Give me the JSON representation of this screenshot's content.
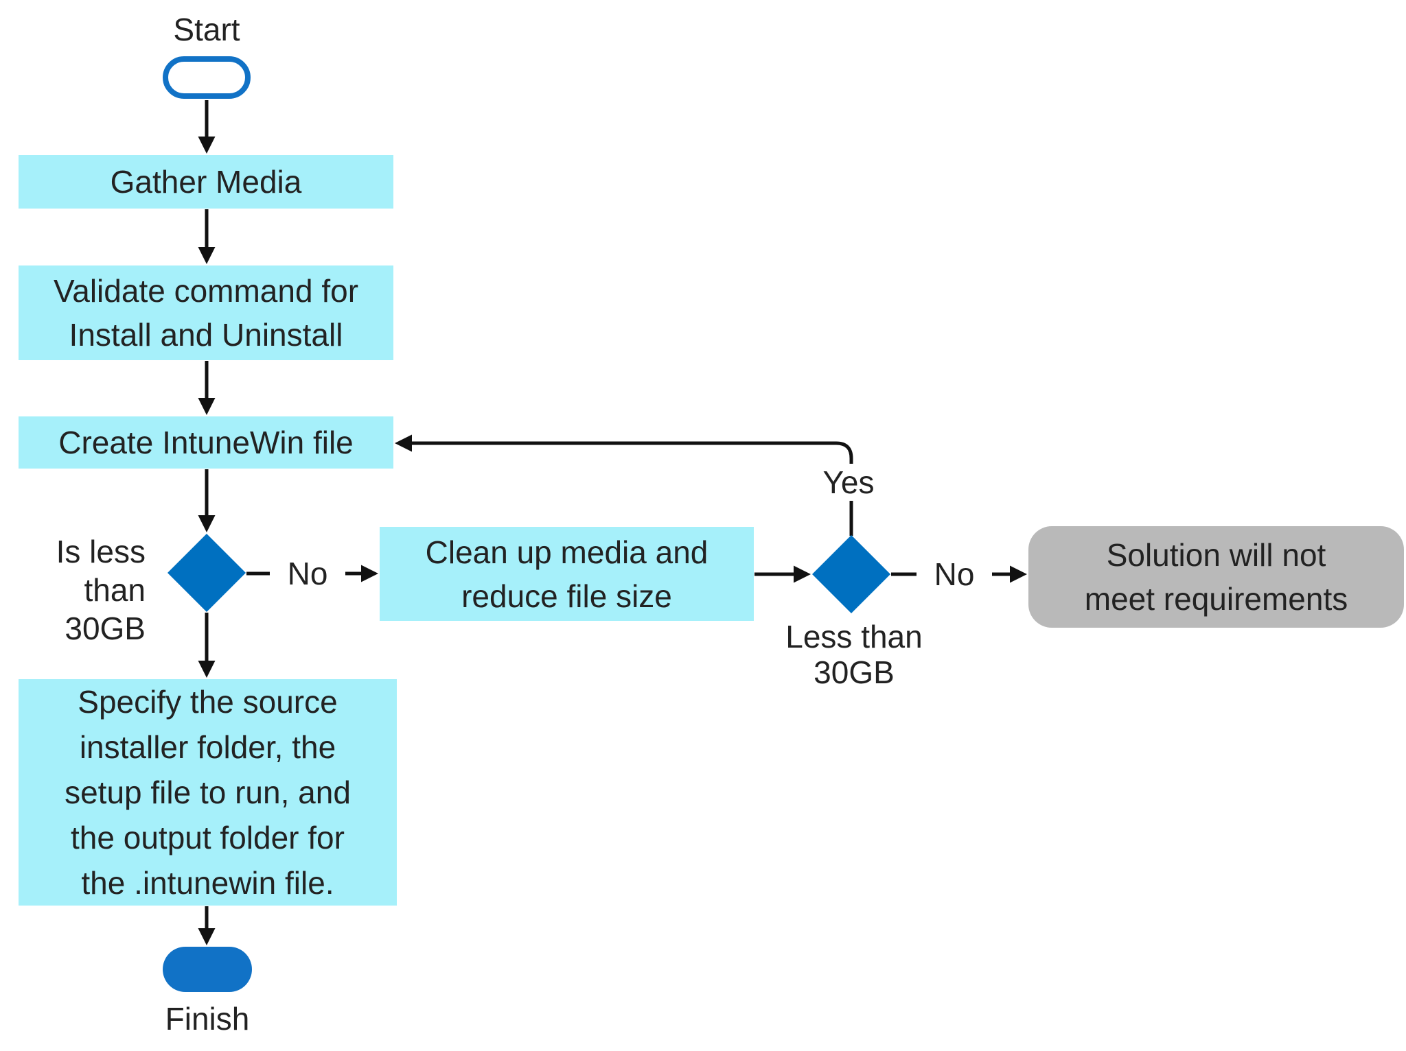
{
  "colors": {
    "process_fill": "#a6f0fa",
    "decision_fill": "#0070c0",
    "terminator_blue": "#1172c6",
    "endpoint_fill": "#b9b9b9",
    "text": "#222222",
    "connector": "#111111"
  },
  "nodes": {
    "start": "Start",
    "gather_media": "Gather Media",
    "validate_command": "Validate command for\nInstall and Uninstall",
    "create_intunewin": "Create IntuneWin file",
    "decision1_label": "Is less\nthan 30GB",
    "clean_up_media": "Clean up media and\nreduce file size",
    "decision2_label": "Less than\n30GB",
    "solution_not_meet": "Solution will not\nmeet requirements",
    "specify_source": "Specify the source\ninstaller folder, the\nsetup file to run, and\nthe output folder for\nthe .intunewin file.",
    "finish": "Finish"
  },
  "edges": {
    "decision1_no": "No",
    "decision2_no": "No",
    "decision2_yes": "Yes"
  }
}
